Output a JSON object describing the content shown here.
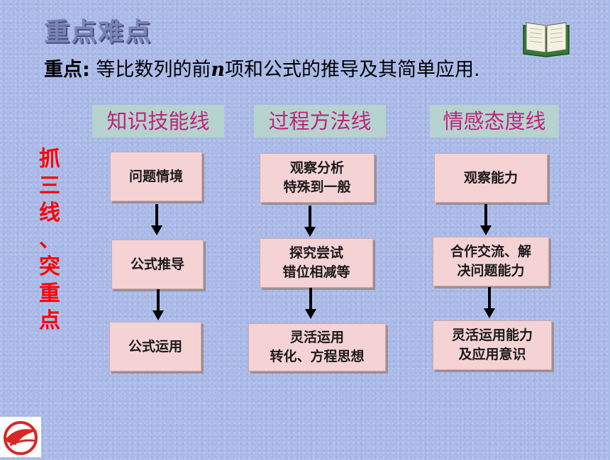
{
  "title": "重点难点",
  "keypoint": {
    "label": "重点:",
    "text_before": " 等比数列的前",
    "variable": "n",
    "text_after": "项和公式的推导及其简单应用."
  },
  "side_label": [
    "抓",
    "三",
    "线",
    "、",
    "突",
    "重",
    "点"
  ],
  "columns": [
    {
      "header": "知识技能线",
      "boxes": [
        {
          "lines": [
            "问题情境"
          ]
        },
        {
          "lines": [
            "公式推导"
          ]
        },
        {
          "lines": [
            "公式运用"
          ]
        }
      ]
    },
    {
      "header": "过程方法线",
      "boxes": [
        {
          "lines": [
            "观察分析",
            "特殊到一般"
          ]
        },
        {
          "lines": [
            "探究尝试",
            "错位相减等"
          ]
        },
        {
          "lines": [
            "灵活运用",
            "转化、方程思想"
          ]
        }
      ]
    },
    {
      "header": "情感态度线",
      "boxes": [
        {
          "lines": [
            "观察能力"
          ]
        },
        {
          "lines": [
            "合作交流、解",
            "决问题能力"
          ]
        },
        {
          "lines": [
            "灵活运用能力",
            "及应用意识"
          ]
        }
      ]
    }
  ],
  "icons": {
    "book": "open-book-icon",
    "logo": "publisher-logo-icon",
    "arrow": "down-arrow-icon"
  },
  "colors": {
    "background": "#a9b9e6",
    "header_bg": "#b6d3cf",
    "header_text": "#c0237d",
    "box_bg": "#f5d3d5",
    "side_text": "#ff0000"
  }
}
